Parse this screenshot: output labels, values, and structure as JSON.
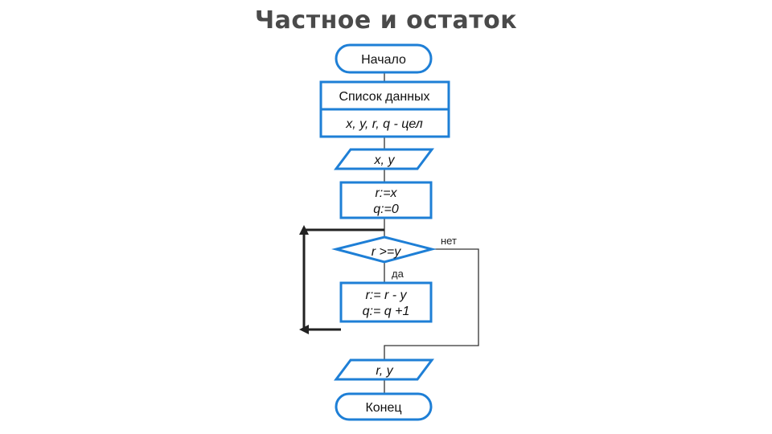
{
  "title": "Частное и остаток",
  "flowchart": {
    "start": "Начало",
    "data_list_header": "Список данных",
    "data_list_vars": "x, y, r, q - цел",
    "input": "x, y",
    "init_line1": "r:=x",
    "init_line2": "q:=0",
    "condition": "r >=y",
    "label_no": "нет",
    "label_yes": "да",
    "body_line1": "r:= r - y",
    "body_line2": "q:= q +1",
    "output": "r, y",
    "end": "Конец"
  },
  "colors": {
    "shape_stroke": "#1e7fd6",
    "title": "#4a4a4a"
  }
}
